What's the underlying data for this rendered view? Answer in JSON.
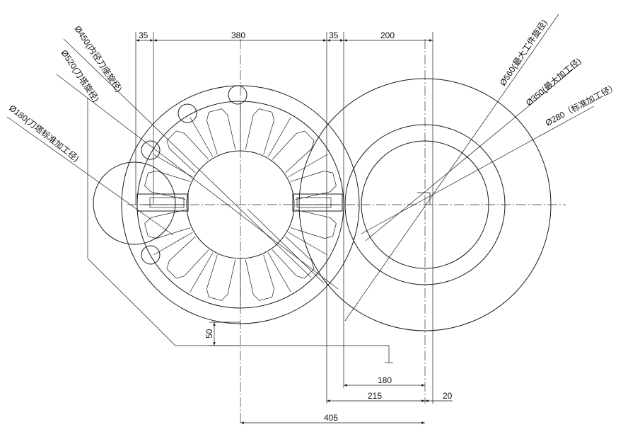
{
  "top_dims": {
    "d1": "35",
    "d2": "380",
    "d3": "35",
    "d4": "200"
  },
  "bottom_dims": {
    "d180": "180",
    "d215": "215",
    "d20": "20",
    "d405": "405",
    "d50": "50"
  },
  "left_labels": {
    "l450": "Ø450(内径刀座旋径)",
    "l520": "Ø520(刀塔旋径)",
    "l180": "Ø180(刀塔标准加工径)"
  },
  "right_labels": {
    "r560": "Ø560(最大工件旋径)",
    "r350": "Ø350(最大加工径)",
    "r280": "Ø280（标准加工径）"
  }
}
